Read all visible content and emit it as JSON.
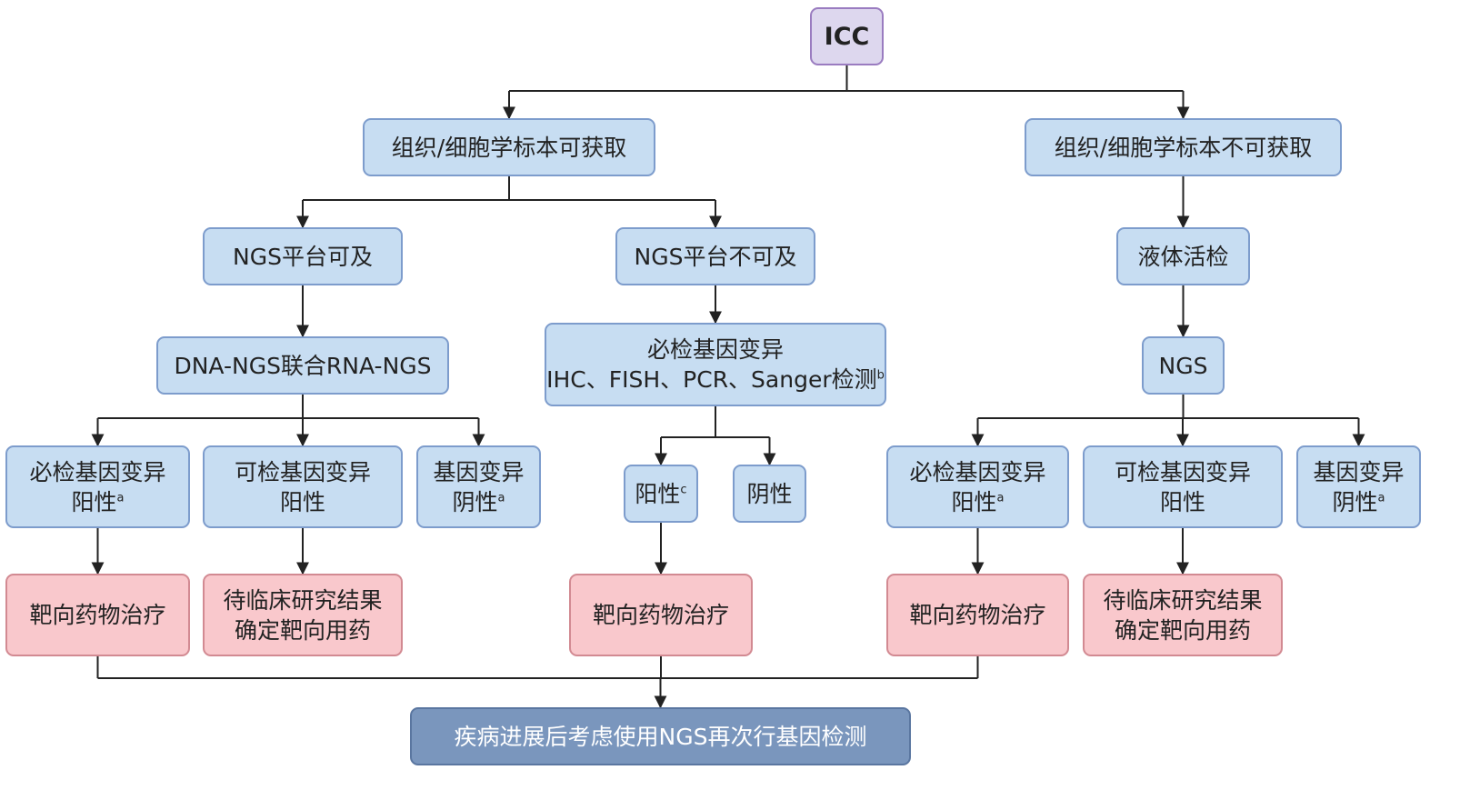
{
  "diagram": {
    "type": "flowchart",
    "colors": {
      "root": "#ddd7ee",
      "step": "#c7ddf2",
      "treatment": "#f9c8cc",
      "final": "#7a96bd",
      "edge": "#222222"
    },
    "nodes": {
      "icc": {
        "lines": [
          "ICC"
        ]
      },
      "tissue_available": {
        "lines": [
          "组织/细胞学标本可获取"
        ]
      },
      "tissue_unavailable": {
        "lines": [
          "组织/细胞学标本不可获取"
        ]
      },
      "ngs_accessible": {
        "lines": [
          "NGS平台可及"
        ]
      },
      "ngs_inaccessible": {
        "lines": [
          "NGS平台不可及"
        ]
      },
      "liquid_biopsy": {
        "lines": [
          "液体活检"
        ]
      },
      "dna_rna_ngs": {
        "lines": [
          "DNA-NGS联合RNA-NGS"
        ]
      },
      "must_test_alt": {
        "lines": [
          "必检基因变异",
          "IHC、FISH、PCR、Sanger检测"
        ],
        "sup": "b"
      },
      "ngs": {
        "lines": [
          "NGS"
        ]
      },
      "l_must_pos": {
        "lines": [
          "必检基因变异",
          "阳性"
        ],
        "sup": "a"
      },
      "l_optional_pos": {
        "lines": [
          "可检基因变异",
          "阳性"
        ]
      },
      "l_neg": {
        "lines": [
          "基因变异",
          "阴性"
        ],
        "sup": "a"
      },
      "m_pos": {
        "lines": [
          "阳性"
        ],
        "sup": "c"
      },
      "m_neg": {
        "lines": [
          "阴性"
        ]
      },
      "r_must_pos": {
        "lines": [
          "必检基因变异",
          "阳性"
        ],
        "sup": "a"
      },
      "r_optional_pos": {
        "lines": [
          "可检基因变异",
          "阳性"
        ]
      },
      "r_neg": {
        "lines": [
          "基因变异",
          "阴性"
        ],
        "sup": "a"
      },
      "l_targeted": {
        "lines": [
          "靶向药物治疗"
        ]
      },
      "l_pending": {
        "lines": [
          "待临床研究结果",
          "确定靶向用药"
        ]
      },
      "m_targeted": {
        "lines": [
          "靶向药物治疗"
        ]
      },
      "r_targeted": {
        "lines": [
          "靶向药物治疗"
        ]
      },
      "r_pending": {
        "lines": [
          "待临床研究结果",
          "确定靶向用药"
        ]
      },
      "retest": {
        "lines": [
          "疾病进展后考虑使用NGS再次行基因检测"
        ]
      }
    },
    "edges": [
      [
        "icc",
        "tissue_available"
      ],
      [
        "icc",
        "tissue_unavailable"
      ],
      [
        "tissue_available",
        "ngs_accessible"
      ],
      [
        "tissue_available",
        "ngs_inaccessible"
      ],
      [
        "tissue_unavailable",
        "liquid_biopsy"
      ],
      [
        "ngs_accessible",
        "dna_rna_ngs"
      ],
      [
        "ngs_inaccessible",
        "must_test_alt"
      ],
      [
        "liquid_biopsy",
        "ngs"
      ],
      [
        "dna_rna_ngs",
        "l_must_pos"
      ],
      [
        "dna_rna_ngs",
        "l_optional_pos"
      ],
      [
        "dna_rna_ngs",
        "l_neg"
      ],
      [
        "must_test_alt",
        "m_pos"
      ],
      [
        "must_test_alt",
        "m_neg"
      ],
      [
        "ngs",
        "r_must_pos"
      ],
      [
        "ngs",
        "r_optional_pos"
      ],
      [
        "ngs",
        "r_neg"
      ],
      [
        "l_must_pos",
        "l_targeted"
      ],
      [
        "l_optional_pos",
        "l_pending"
      ],
      [
        "m_pos",
        "m_targeted"
      ],
      [
        "r_must_pos",
        "r_targeted"
      ],
      [
        "r_optional_pos",
        "r_pending"
      ],
      [
        "l_targeted",
        "retest"
      ],
      [
        "m_targeted",
        "retest"
      ],
      [
        "r_targeted",
        "retest"
      ]
    ]
  }
}
